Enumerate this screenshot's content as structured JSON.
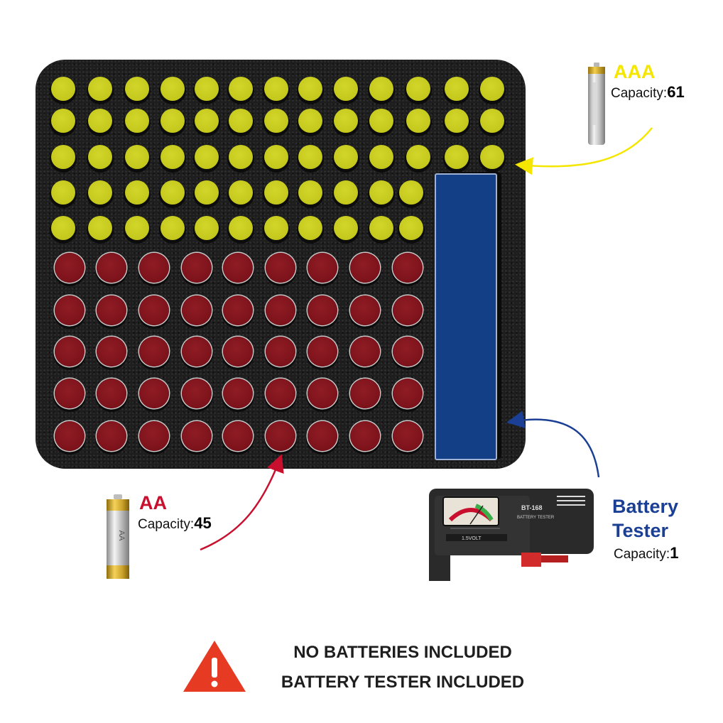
{
  "aaa": {
    "name": "AAA",
    "capacity_label": "Capacity:",
    "capacity_value": "61",
    "color": "#f5e600"
  },
  "aa": {
    "name": "AA",
    "capacity_label": "Capacity:",
    "capacity_value": "45",
    "color": "#c8102e"
  },
  "tester": {
    "name_line1": "Battery",
    "name_line2": "Tester",
    "capacity_label": "Capacity:",
    "capacity_value": "1",
    "color": "#1a3f94",
    "model": "BT-168",
    "subtitle": "BATTERY TESTER",
    "volt": "1.5VOLT"
  },
  "aa_battery_text": "AA",
  "notice": {
    "line1": "NO BATTERIES INCLUDED",
    "line2": "BATTERY TESTER INCLUDED",
    "icon": "warning-icon"
  }
}
